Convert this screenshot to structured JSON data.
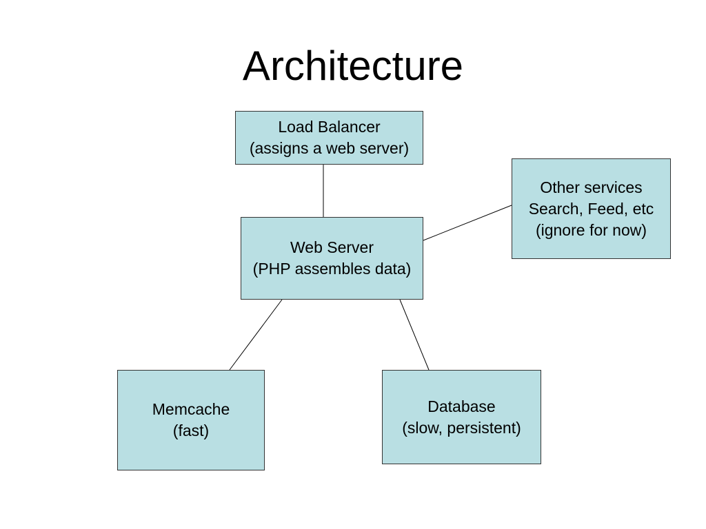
{
  "slide": {
    "title": "Architecture"
  },
  "colors": {
    "node_fill": "#b9dfe3",
    "node_border": "#333333",
    "connector": "#000000",
    "background": "#ffffff"
  },
  "nodes": {
    "load_balancer": {
      "line1": "Load Balancer",
      "line2": "(assigns a web server)"
    },
    "web_server": {
      "line1": "Web Server",
      "line2": "(PHP assembles data)"
    },
    "other_services": {
      "line1": "Other services",
      "line2": "Search, Feed, etc",
      "line3": "(ignore for now)"
    },
    "memcache": {
      "line1": "Memcache",
      "line2": "(fast)"
    },
    "database": {
      "line1": "Database",
      "line2": "(slow, persistent)"
    }
  },
  "edges": [
    {
      "from": "load_balancer",
      "to": "web_server"
    },
    {
      "from": "web_server",
      "to": "other_services"
    },
    {
      "from": "web_server",
      "to": "memcache"
    },
    {
      "from": "web_server",
      "to": "database"
    }
  ]
}
